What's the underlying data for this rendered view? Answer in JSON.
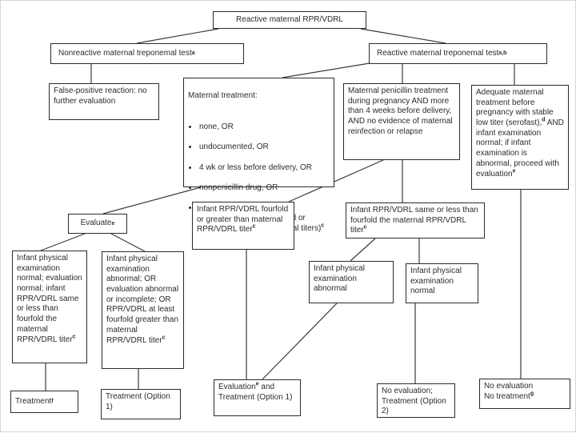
{
  "diagram": {
    "type": "flowchart",
    "colors": {
      "background": "#ffffff",
      "box_border": "#2b2b2b",
      "text": "#2b2b2b",
      "connector": "#3a3a3a"
    },
    "nodes": {
      "reactive_rpr": [
        {
          "t": "Reactive maternal RPR/VDRL"
        }
      ],
      "nonreactive_trep": [
        {
          "t": "Nonreactive maternal treponemal test"
        },
        {
          "sup": "a"
        }
      ],
      "reactive_trep": [
        {
          "t": "Reactive maternal treponemal test"
        },
        {
          "sup": "a,b"
        }
      ],
      "false_positive": [
        {
          "t": "False-positive reaction: no further evaluation"
        }
      ],
      "maternal_treatment": {
        "title": [
          {
            "t": "Maternal treatment:"
          }
        ],
        "bullets": [
          [
            {
              "t": "none,  OR"
            }
          ],
          [
            {
              "t": "undocumented, OR"
            }
          ],
          [
            {
              "t": "4 wk or less before delivery, OR"
            }
          ],
          [
            {
              "t": "nonpenicillin drug, OR"
            }
          ],
          [
            {
              "t": "maternal evidence of reinfection/relapse (fourfold or greater increase in maternal titers)"
            },
            {
              "sup": "c"
            }
          ]
        ]
      },
      "penicillin": [
        {
          "t": "Maternal penicillin treatment during pregnancy AND more than 4 weeks before delivery, AND no evidence of maternal reinfection or relapse"
        }
      ],
      "adequate": [
        {
          "t": "Adequate maternal treatment before pregnancy with stable low titer (serofast),"
        },
        {
          "sup": "d"
        },
        {
          "t": " AND infant examination normal; if infant examination is abnormal, proceed with evaluation"
        },
        {
          "sup": "e"
        }
      ],
      "evaluate": [
        {
          "t": "Evaluate"
        },
        {
          "sup": "e"
        }
      ],
      "fourfold": [
        {
          "t": "Infant RPR/VDRL fourfold or greater than maternal RPR/VDRL titer"
        },
        {
          "sup": "c"
        }
      ],
      "sameless": [
        {
          "t": "Infant RPR/VDRL same or less than fourfold the maternal RPR/VDRL titer"
        },
        {
          "sup": "c"
        }
      ],
      "exam_normal_tall": [
        {
          "t": "Infant physical examination normal; evaluation normal; infant RPR/VDRL same or less than fourfold the maternal RPR/VDRL titer"
        },
        {
          "sup": "c"
        }
      ],
      "exam_abnormal_tall": [
        {
          "t": "Infant physical examination abnormal; OR evaluation abnormal or incomplete; OR RPR/VDRL at least fourfold greater than maternal RPR/VDRL titer"
        },
        {
          "sup": "c"
        }
      ],
      "infant_abnormal": [
        {
          "t": "Infant physical examination abnormal"
        }
      ],
      "infant_normal": [
        {
          "t": "Infant physical examination normal"
        }
      ],
      "treatment_f": [
        {
          "t": "Treatment"
        },
        {
          "sup": "f"
        }
      ],
      "treatment_opt1": [
        {
          "t": "Treatment (Option 1)"
        }
      ],
      "eval_treat_opt1": [
        {
          "t": "Evaluation"
        },
        {
          "sup": "e"
        },
        {
          "t": " and Treatment (Option 1)"
        }
      ],
      "noeval_opt2": [
        {
          "t": "No evaluation; Treatment (Option 2)"
        }
      ],
      "noeval_notreat": [
        {
          "t": "No evaluation\nNo treatment"
        },
        {
          "sup": "g"
        }
      ]
    }
  }
}
